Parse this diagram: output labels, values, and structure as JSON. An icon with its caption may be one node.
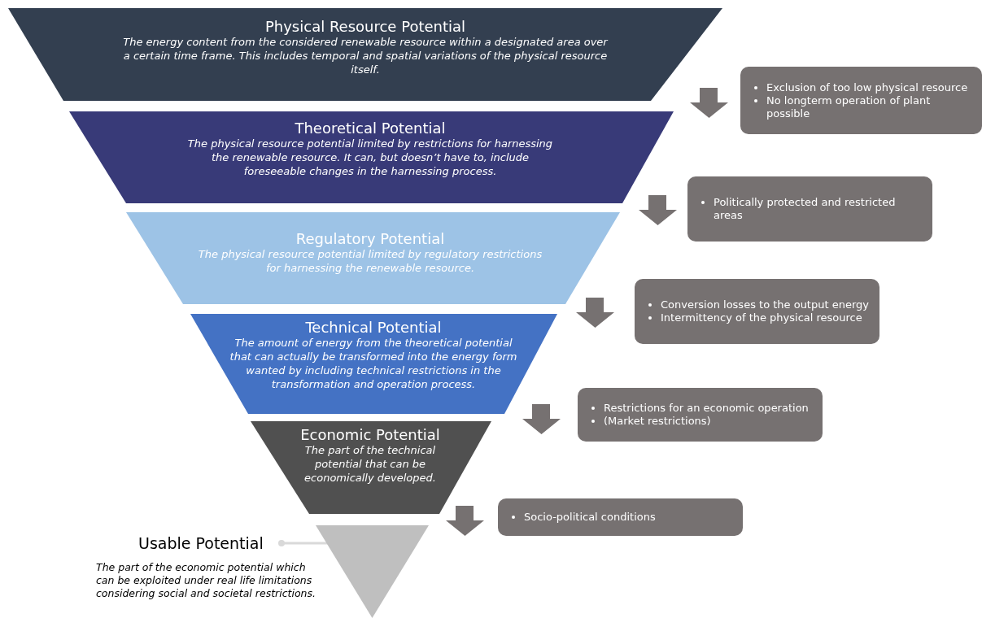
{
  "diagram": {
    "nodes": [
      {
        "text": [
          "Physical Resource Potential",
          "The energy content from the considered renewable resource within a designated area over a certain time frame. This includes temporal and spatial variations of the physical resource itself."
        ]
      },
      {
        "text": [
          "Theoretical Potential",
          "The physical resource potential limited by restrictions for harnessing the renewable resource. It can, but doesn’t have to, include foreseeable changes in the harnessing process."
        ]
      },
      {
        "text": [
          "Regulatory Potential",
          "The physical resource potential limited by regulatory restrictions for harnessing the renewable resource."
        ]
      },
      {
        "text": [
          "Technical Potential",
          "The amount of energy from the theoretical potential that can actually be transformed into the energy form wanted by including technical restrictions in the transformation and operation process."
        ]
      },
      {
        "text": [
          "Economic Potential",
          "The part of the technical potential that can be economically developed."
        ]
      },
      {
        "text": [
          "Usable Potential",
          "The part of the economic potential which can be exploited under real life limitations considering social and societal restrictions."
        ]
      },
      {
        "text": [],
        "shape": "triangle"
      },
      {
        "text": [
          "Exclusion of too low physical resource",
          "No longterm operation of plant possible"
        ]
      },
      {
        "text": [
          "Politically protected and restricted areas"
        ]
      },
      {
        "text": [
          "Conversion losses to the output energy",
          "Intermittency of the physical resource"
        ]
      },
      {
        "text": [
          "Restrictions for an economic operation",
          "(Market restrictions)"
        ]
      },
      {
        "text": [
          "Socio-political conditions"
        ]
      }
    ],
    "edges": [
      {
        "from": 5,
        "to": 6,
        "arrow": "other"
      }
    ]
  }
}
